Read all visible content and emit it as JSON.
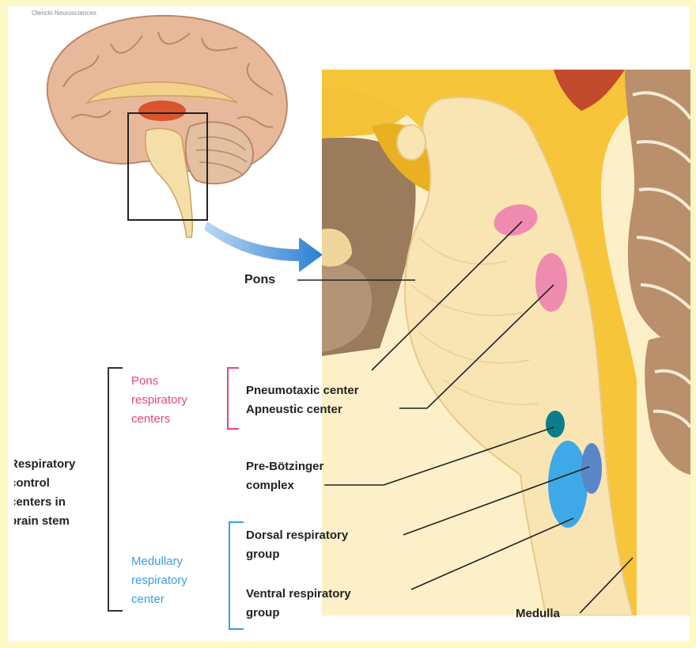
{
  "credit": "Olencki Neurosciences",
  "labels": {
    "pons": "Pons",
    "pons_centers": [
      "Pons",
      "respiratory",
      "centers"
    ],
    "pneumotaxic": "Pneumotaxic center",
    "apneustic": "Apneustic center",
    "pre_botzinger": [
      "Pre-Bötzinger",
      "complex"
    ],
    "control_centers": [
      "Respiratory",
      "control",
      "centers in",
      "brain stem"
    ],
    "medullary_center": [
      "Medullary",
      "respiratory",
      "center"
    ],
    "dorsal": [
      "Dorsal respiratory",
      "group"
    ],
    "ventral": [
      "Ventral respiratory",
      "group"
    ],
    "medulla": "Medulla"
  },
  "colors": {
    "pons_bracket": "#e8457a",
    "medullary_bracket": "#3a9ee0",
    "brainstem_fill": "#f9e4b4",
    "pneumotaxic_fill": "#f08bb0",
    "pre_botzinger_fill": "#0a7f8a",
    "dorsal_fill": "#5a86c9",
    "ventral_fill": "#3ea9e6"
  }
}
